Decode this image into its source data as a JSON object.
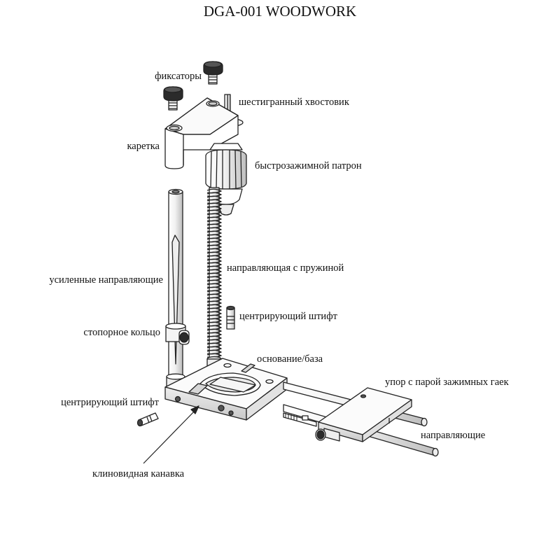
{
  "title": "DGA-001 WOODWORK",
  "labels": {
    "fixators": "фиксаторы",
    "hex_shank": "шестигранный хвостовик",
    "carriage": "каретка",
    "chuck": "быстрозажимной патрон",
    "reinforced_guides": "усиленные направляющие",
    "spring_guide": "направляющая с пружиной",
    "centering_pin_top": "центрирующий штифт",
    "stop_ring": "стопорное кольцо",
    "base": "основание/база",
    "stop_with_nuts": "упор с парой зажимных гаек",
    "centering_pin_left": "центрирующий штифт",
    "guides": "направляющие",
    "v_groove": "клиновидная канавка"
  },
  "colors": {
    "line": "#222222",
    "fill": "#ffffff",
    "shade": "#dddddd",
    "dark": "#222222"
  }
}
